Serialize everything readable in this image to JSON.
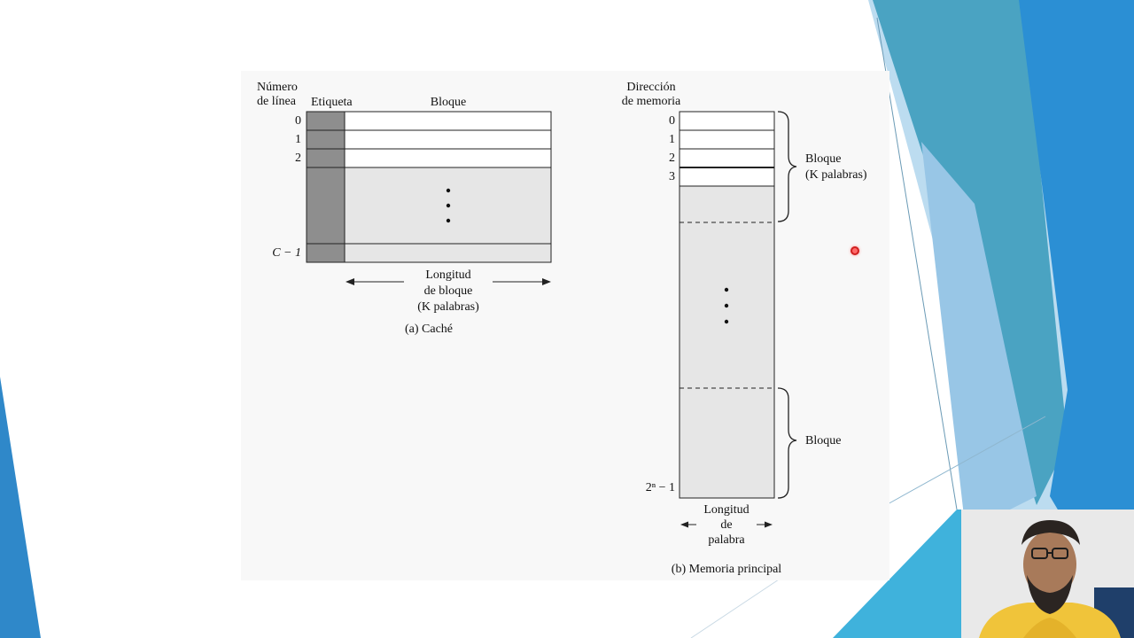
{
  "slide": {
    "accent_colors": [
      "#2b8fd0",
      "#4aa8c8",
      "#6fc0e6",
      "#bcdcf0",
      "#1f6fae"
    ]
  },
  "cache": {
    "line_number_header": [
      "Número",
      "de línea"
    ],
    "tag_header": "Etiqueta",
    "block_header": "Bloque",
    "line_labels": [
      "0",
      "1",
      "2",
      "C − 1"
    ],
    "width_label": [
      "Longitud",
      "de bloque",
      "(K palabras)"
    ],
    "caption": "(a) Caché"
  },
  "memory": {
    "address_header": [
      "Dirección",
      "de memoria"
    ],
    "address_labels": [
      "0",
      "1",
      "2",
      "3",
      "2ⁿ − 1"
    ],
    "block_brace_label": [
      "Bloque",
      "(K palabras)"
    ],
    "block_brace_label_2": "Bloque",
    "width_label": [
      "Longitud",
      "de",
      "palabra"
    ],
    "caption": "(b) Memoria principal"
  },
  "colors": {
    "tag_fill": "#8e8e8e",
    "region_fill": "#e6e6e6",
    "line_fill": "#ffffff",
    "stroke": "#222222"
  },
  "icons": [
    "laser-pointer-icon",
    "webcam-presenter"
  ]
}
